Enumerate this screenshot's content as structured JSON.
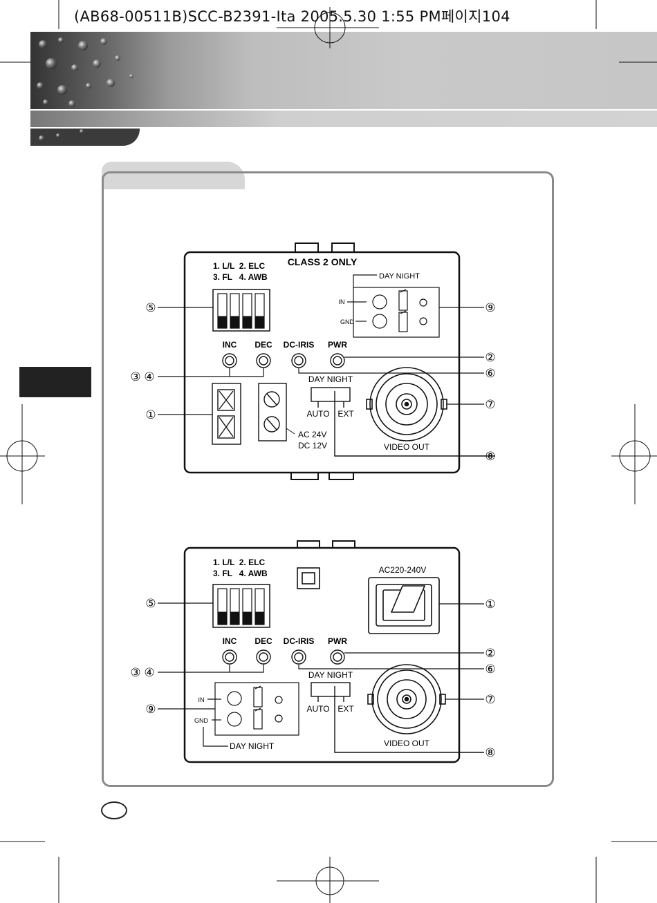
{
  "header": {
    "doc_line": "(AB68-00511B)SCC-B2391-Ita  2005.5.30 1:55 PM페이지104"
  },
  "diagrams": [
    {
      "id": "top",
      "class_label": "CLASS 2 ONLY",
      "switch_labels": [
        "1. L/L  2. ELC",
        "3. FL   4. AWB"
      ],
      "pots": [
        "INC",
        "DEC",
        "DC-IRIS",
        "PWR"
      ],
      "day_night_top": "DAY NIGHT",
      "in_label": "IN",
      "gnd_label": "GND",
      "day_night_switch": "DAY NIGHT",
      "auto": "AUTO",
      "ext": "EXT",
      "power_labels": [
        "AC 24V",
        "DC 12V"
      ],
      "video_out": "VIDEO OUT",
      "callouts": [
        "⑤",
        "⑨",
        "②",
        "③ ④",
        "⑥",
        "①",
        "⑦",
        "⑧"
      ]
    },
    {
      "id": "bottom",
      "switch_labels": [
        "1. L/L  2. ELC",
        "3. FL   4. AWB"
      ],
      "ac_label": "AC220-240V",
      "pots": [
        "INC",
        "DEC",
        "DC-IRIS",
        "PWR"
      ],
      "day_night_switch": "DAY NIGHT",
      "auto": "AUTO",
      "ext": "EXT",
      "in_label": "IN",
      "gnd_label": "GND",
      "day_night_bottom": "DAY NIGHT",
      "video_out": "VIDEO OUT",
      "callouts": [
        "⑤",
        "①",
        "②",
        "③ ④",
        "⑥",
        "⑨",
        "⑦",
        "⑧"
      ]
    }
  ]
}
